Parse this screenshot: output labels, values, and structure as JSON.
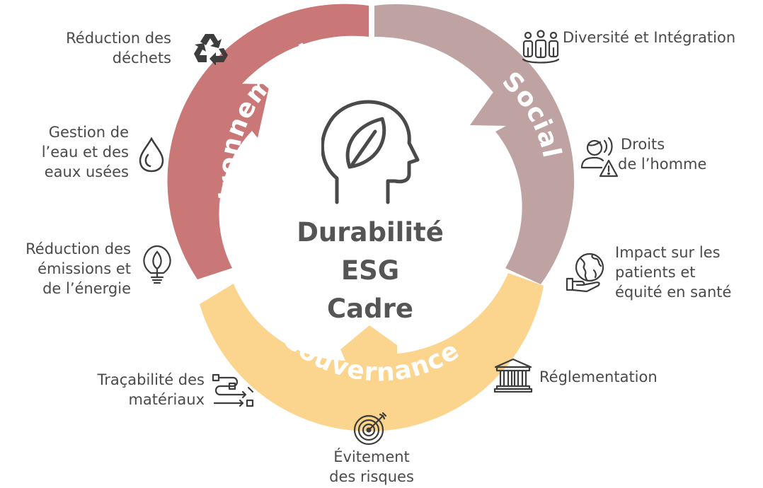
{
  "center": {
    "lines": [
      "Durabilité",
      "ESG",
      "Cadre"
    ],
    "icon": "head-leaf-icon"
  },
  "pillars": {
    "environment": {
      "label": "Environnement",
      "color": "#c97877"
    },
    "social": {
      "label": "Social",
      "color": "#bfa3a3"
    },
    "governance": {
      "label": "Gouvernance",
      "color": "#fbd48d"
    }
  },
  "items": {
    "waste": {
      "lines": [
        "Réduction des",
        "déchets"
      ],
      "icon": "recycle-icon"
    },
    "water": {
      "lines": [
        "Gestion de",
        "l’eau et des",
        "eaux usées"
      ],
      "icon": "water-drop-icon"
    },
    "emissions": {
      "lines": [
        "Réduction des",
        "émissions et",
        "de l’énergie"
      ],
      "icon": "eco-bulb-icon"
    },
    "traceability": {
      "lines": [
        "Traçabilité des",
        "matériaux"
      ],
      "icon": "flow-path-icon"
    },
    "risk": {
      "lines": [
        "Évitement",
        "des risques"
      ],
      "icon": "target-icon"
    },
    "regulation": {
      "lines": [
        "Réglementation"
      ],
      "icon": "courthouse-icon"
    },
    "patients": {
      "lines": [
        "Impact sur les",
        "patients et",
        "équité en santé"
      ],
      "icon": "globe-hand-icon"
    },
    "rights": {
      "lines": [
        "Droits",
        "de l’homme"
      ],
      "icon": "person-warning-icon"
    },
    "diversity": {
      "lines": [
        "Diversité et Intégration"
      ],
      "icon": "people-group-icon"
    }
  }
}
